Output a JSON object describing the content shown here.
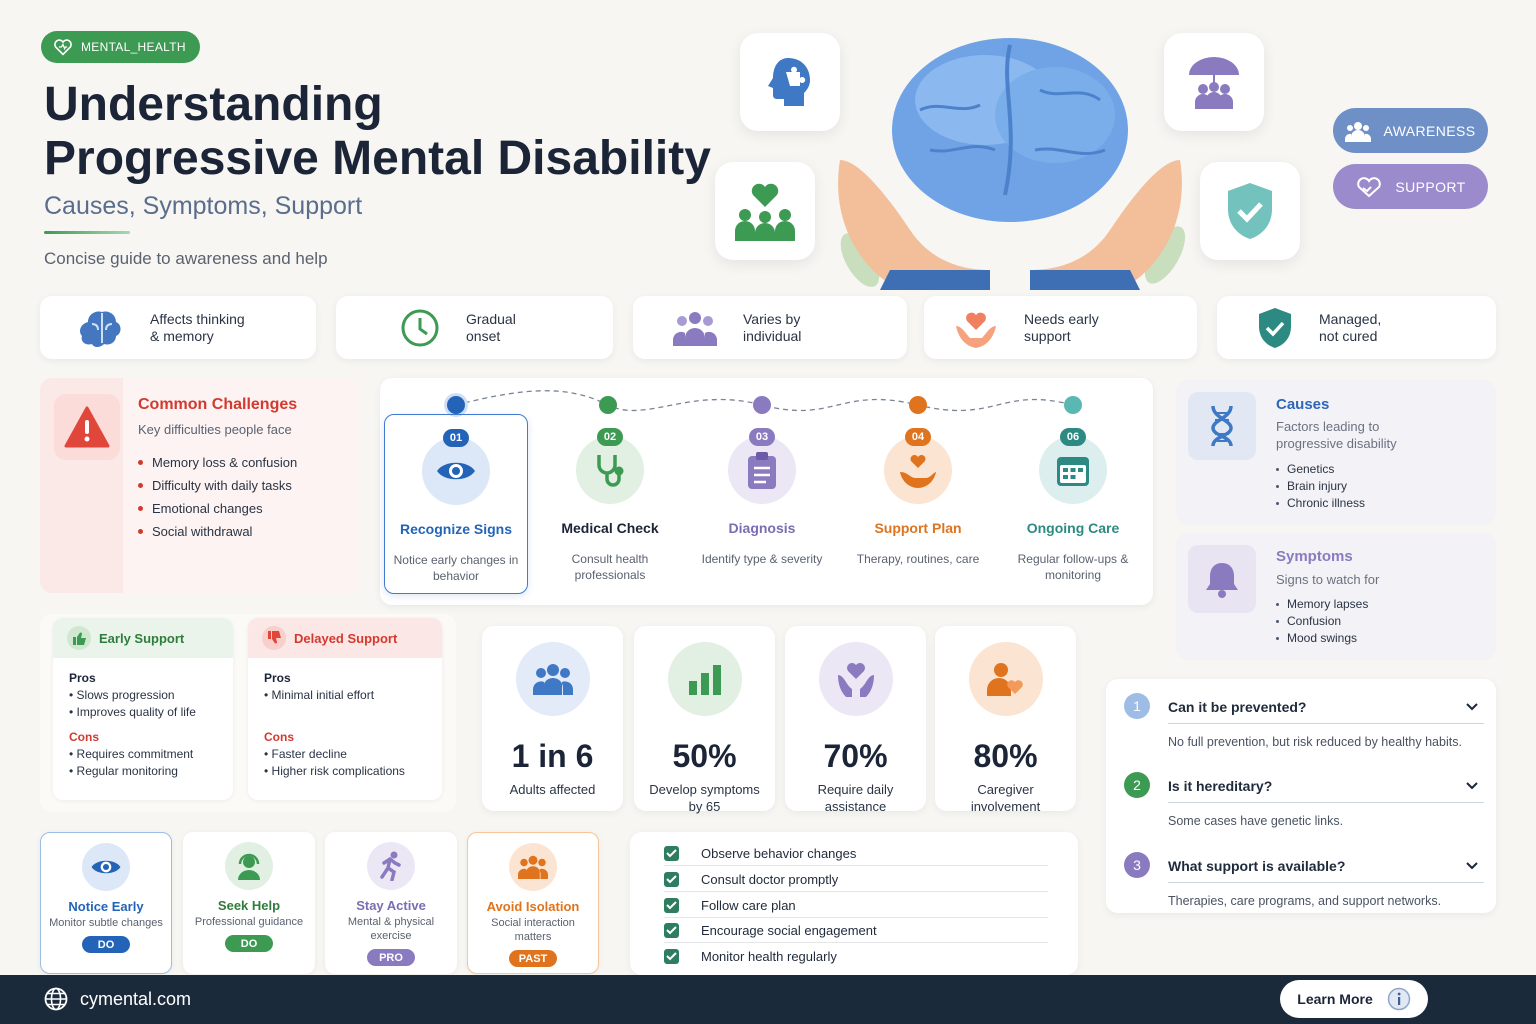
{
  "header": {
    "tag": "MENTAL_HEALTH",
    "title_line1": "Understanding",
    "title_line2": "Progressive Mental Disability",
    "subtitle": "Causes, Symptoms, Support",
    "tagline": "Concise guide to awareness and help"
  },
  "pills": {
    "awareness": "AWARENESS",
    "support": "SUPPORT"
  },
  "features": [
    {
      "l1": "Affects thinking",
      "l2": "& memory"
    },
    {
      "l1": "Gradual",
      "l2": "onset"
    },
    {
      "l1": "Varies by",
      "l2": "individual"
    },
    {
      "l1": "Needs early",
      "l2": "support"
    },
    {
      "l1": "Managed,",
      "l2": "not cured"
    }
  ],
  "challenges": {
    "title": "Common Challenges",
    "subtitle": "Key difficulties people face",
    "items": [
      "Memory loss & confusion",
      "Difficulty with daily tasks",
      "Emotional changes",
      "Social withdrawal"
    ]
  },
  "steps": [
    {
      "num": "01",
      "label": "Recognize Signs",
      "desc": "Notice early changes in behavior",
      "color": "#2464b8"
    },
    {
      "num": "02",
      "label": "Medical Check",
      "desc": "Consult health professionals",
      "color": "#3d9a53"
    },
    {
      "num": "03",
      "label": "Diagnosis",
      "desc": "Identify type & severity",
      "color": "#8a7bc0"
    },
    {
      "num": "04",
      "label": "Support Plan",
      "desc": "Therapy, routines, care",
      "color": "#e0741e"
    },
    {
      "num": "06",
      "label": "Ongoing Care",
      "desc": "Regular follow-ups & monitoring",
      "color": "#2d8a82"
    }
  ],
  "causes": {
    "title": "Causes",
    "subtitle": "Factors leading to progressive disability",
    "items": [
      "Genetics",
      "Brain injury",
      "Chronic illness"
    ]
  },
  "symptoms": {
    "title": "Symptoms",
    "subtitle": "Signs to watch for",
    "items": [
      "Memory lapses",
      "Confusion",
      "Mood swings"
    ]
  },
  "early": {
    "title": "Early Support",
    "pros_label": "Pros",
    "pros": [
      "Slows progression",
      "Improves quality of life"
    ],
    "cons_label": "Cons",
    "cons": [
      "Requires commitment",
      "Regular monitoring"
    ]
  },
  "delayed": {
    "title": "Delayed Support",
    "pros_label": "Pros",
    "pros": [
      "Minimal initial effort"
    ],
    "cons_label": "Cons",
    "cons": [
      "Faster decline",
      "Higher risk complications"
    ]
  },
  "stats": [
    {
      "value": "1 in 6",
      "label": "Adults affected"
    },
    {
      "value": "50%",
      "label": "Develop symptoms by 65"
    },
    {
      "value": "70%",
      "label": "Require daily assistance"
    },
    {
      "value": "80%",
      "label": "Caregiver involvement"
    }
  ],
  "faq": [
    {
      "n": "1",
      "q": "Can it be prevented?",
      "a": "No full prevention, but risk reduced by healthy habits."
    },
    {
      "n": "2",
      "q": "Is it hereditary?",
      "a": "Some cases have genetic links."
    },
    {
      "n": "3",
      "q": "What support is available?",
      "a": "Therapies, care programs, and support networks."
    }
  ],
  "tips": [
    {
      "title": "Notice Early",
      "desc": "Monitor subtle changes",
      "badge": "DO"
    },
    {
      "title": "Seek Help",
      "desc": "Professional guidance",
      "badge": "DO"
    },
    {
      "title": "Stay Active",
      "desc": "Mental & physical exercise",
      "badge": "PRO"
    },
    {
      "title": "Avoid Isolation",
      "desc": "Social interaction matters",
      "badge": "PAST"
    }
  ],
  "checklist": [
    "Observe behavior changes",
    "Consult doctor promptly",
    "Follow care plan",
    "Encourage social engagement",
    "Monitor health regularly"
  ],
  "footer": {
    "site": "cymental.com",
    "cta": "Learn More"
  }
}
